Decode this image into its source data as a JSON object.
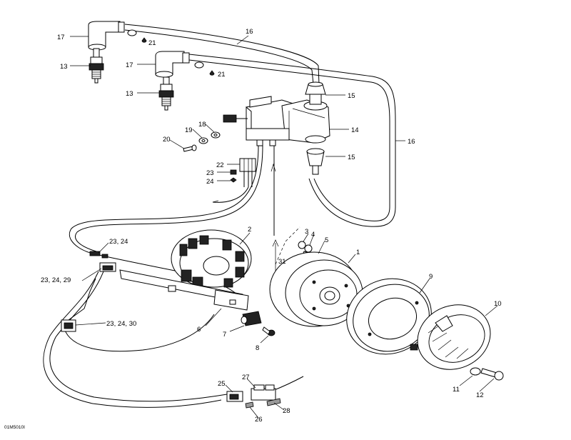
{
  "callouts": {
    "c1": "1",
    "c2": "2",
    "c3": "3",
    "c4": "4",
    "c5": "5",
    "c6": "6",
    "c7": "7",
    "c8": "8",
    "c9": "9",
    "c10": "10",
    "c11": "11",
    "c12": "12",
    "c13a": "13",
    "c13b": "13",
    "c14": "14",
    "c15a": "15",
    "c15b": "15",
    "c16a": "16",
    "c16b": "16",
    "c17a": "17",
    "c17b": "17",
    "c18": "18",
    "c19": "19",
    "c20": "20",
    "c21a": "21",
    "c21b": "21",
    "c22": "22",
    "c23": "23",
    "c24": "24",
    "c2324a": "23, 24",
    "c232429": "23, 24, 29",
    "c232430": "23, 24, 30",
    "c25": "25",
    "c26": "26",
    "c27": "27",
    "c28": "28",
    "c31": "31"
  },
  "drawing_code": "01M5010I"
}
